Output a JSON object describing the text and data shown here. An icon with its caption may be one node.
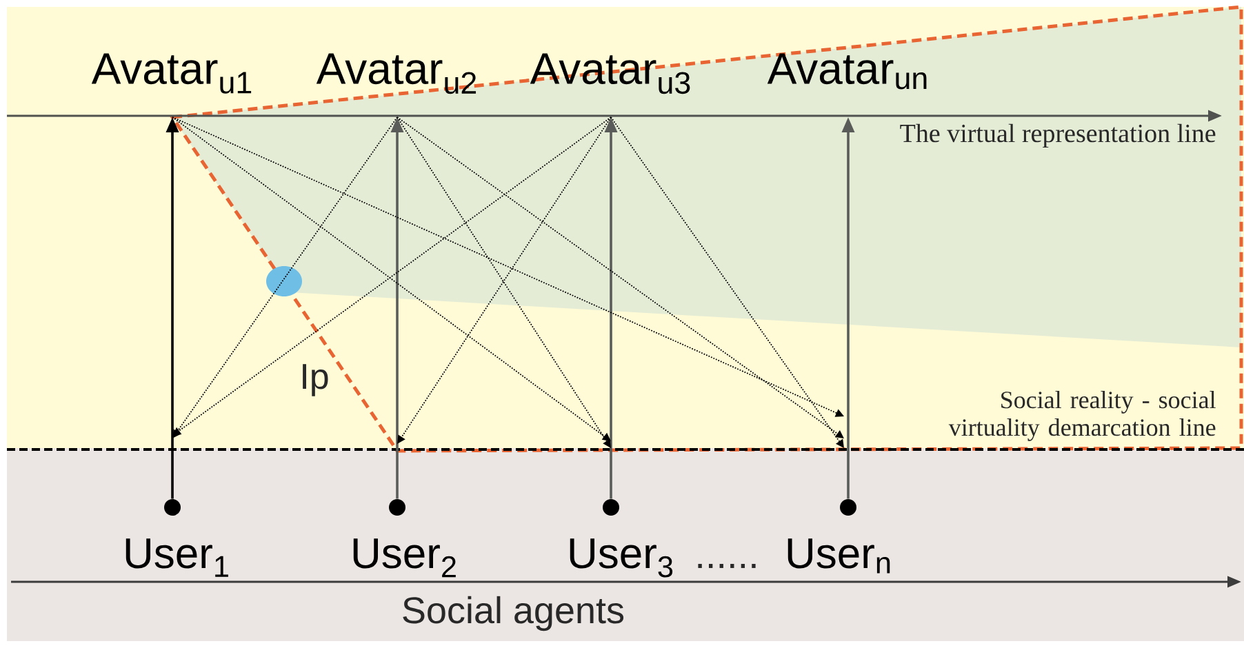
{
  "diagram": {
    "nodes": [
      {
        "text": [
          "Avatar$_{u1}$"
        ]
      },
      {
        "text": [
          "Avatar$_{u2}$"
        ]
      },
      {
        "text": [
          "Avatar$_{u3}$"
        ]
      },
      {
        "text": [
          "Avatar$_{un}$"
        ]
      },
      {
        "text": [],
        "shape": "circle",
        "beside": [
          "User$_{1}$"
        ]
      },
      {
        "text": [],
        "shape": "circle",
        "beside": [
          "User$_{2}$"
        ]
      },
      {
        "text": [],
        "shape": "circle",
        "beside": [
          "User$_{3}$"
        ]
      },
      {
        "text": [],
        "shape": "circle",
        "beside": [
          "User$_{n}$"
        ]
      }
    ],
    "edges": [
      {
        "from": 4,
        "to": 0,
        "arrow": "to"
      },
      {
        "from": 5,
        "to": 1,
        "arrow": "to",
        "color": "#595c59"
      },
      {
        "from": 6,
        "to": 2,
        "arrow": "to",
        "color": "#595c59"
      },
      {
        "from": 7,
        "to": 3,
        "arrow": "to",
        "color": "#595c59"
      },
      {
        "from": 0,
        "to": null,
        "arrow": "to",
        "style": "dashed"
      },
      {
        "from": 0,
        "to": null,
        "arrow": "to",
        "style": "dashed"
      },
      {
        "from": 1,
        "to": null,
        "arrow": "to",
        "style": "dashed"
      },
      {
        "from": 1,
        "to": null,
        "arrow": "to",
        "style": "dashed"
      },
      {
        "from": 1,
        "to": null,
        "arrow": "to",
        "style": "dashed"
      },
      {
        "from": 2,
        "to": null,
        "arrow": "to",
        "style": "dashed"
      },
      {
        "from": 2,
        "to": null,
        "arrow": "to",
        "style": "dashed"
      },
      {
        "from": 2,
        "to": null,
        "arrow": "to",
        "style": "dashed"
      }
    ],
    "labels": [
      "The virtual representation line",
      "Ip",
      "Social reality - social virtuality demarcation line",
      "......",
      "Social agents"
    ]
  }
}
